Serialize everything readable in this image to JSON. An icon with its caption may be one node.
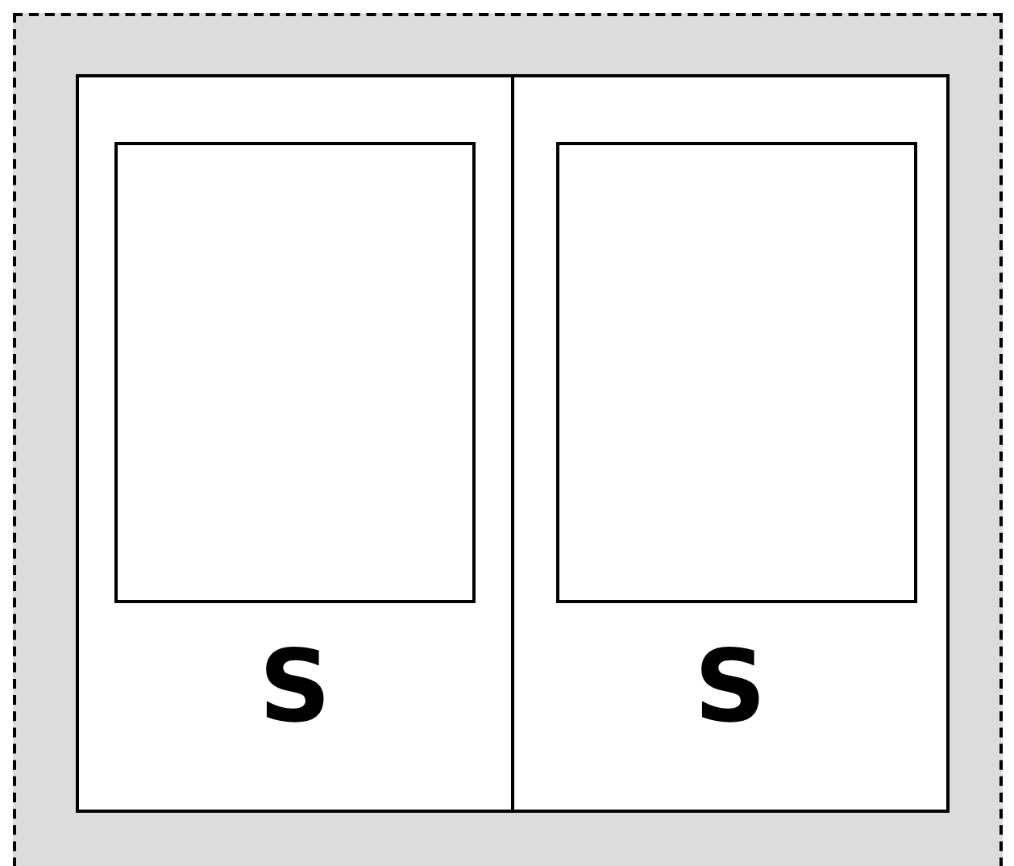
{
  "diagram": {
    "nodes": [
      {
        "text": [],
        "shape": "box"
      },
      {
        "text": [],
        "shape": "box",
        "in": 0
      },
      {
        "text": [
          "S"
        ],
        "in": 1
      },
      {
        "text": [],
        "shape": "box",
        "in": 2
      },
      {
        "text": [
          "S"
        ],
        "in": 1
      },
      {
        "text": [],
        "shape": "box",
        "in": 4
      }
    ]
  }
}
